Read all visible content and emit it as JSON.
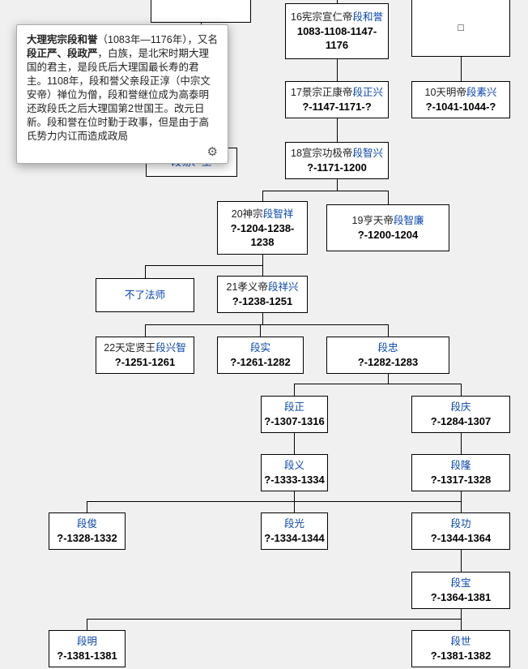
{
  "tooltip": {
    "title": "大理宪宗段和誉",
    "text_after_title": "（1083年—1176年），又名",
    "bold_names": "段正严、段政严",
    "body": "，白族，是北宋时期大理国的君主，是段氏后大理国最长寿的君主。1108年，段和誉父亲段正淳（中宗文安帝）禅位为僧，段和誉继位成为高泰明还政段氏之后大理国第2世国王。改元日新。段和誉在位时勤于政事，但是由于高氏势力内讧而造成政局",
    "gear_icon": "⚙"
  },
  "tree": {
    "hidden_box_label": "段易、王",
    "empty_box_label": "□",
    "boxes": {
      "s16": {
        "prefix": "16宪宗宣仁帝",
        "name": "段和誉",
        "dates": "1083-1108-1147-1176"
      },
      "s17": {
        "prefix": "17景宗正康帝",
        "name": "段正兴",
        "dates": "?-1147-1171-?"
      },
      "s10": {
        "prefix": "10天明帝",
        "name": "段素兴",
        "dates": "?-1041-1044-?"
      },
      "s18": {
        "prefix": "18宣宗功极帝",
        "name": "段智兴",
        "dates": "?-1171-1200"
      },
      "s20": {
        "prefix": "20神宗",
        "name": "段智祥",
        "dates": "?-1204-1238-1238"
      },
      "s19": {
        "prefix": "19亨天帝",
        "name": "段智廉",
        "dates": "?-1200-1204"
      },
      "monk": {
        "prefix": "",
        "name": "不了法师",
        "dates": ""
      },
      "s21": {
        "prefix": "21孝义帝",
        "name": "段祥兴",
        "dates": "?-1238-1251"
      },
      "s22": {
        "prefix": "22天定贤王",
        "name": "段兴智",
        "dates": "?-1251-1261"
      },
      "shi": {
        "prefix": "",
        "name": "段实",
        "dates": "?-1261-1282"
      },
      "zhong": {
        "prefix": "",
        "name": "段忠",
        "dates": "?-1282-1283"
      },
      "zheng": {
        "prefix": "",
        "name": "段正",
        "dates": "?-1307-1316"
      },
      "qing": {
        "prefix": "",
        "name": "段庆",
        "dates": "?-1284-1307"
      },
      "yi": {
        "prefix": "",
        "name": "段义",
        "dates": "?-1333-1334"
      },
      "long": {
        "prefix": "",
        "name": "段隆",
        "dates": "?-1317-1328"
      },
      "jun": {
        "prefix": "",
        "name": "段俊",
        "dates": "?-1328-1332"
      },
      "guang": {
        "prefix": "",
        "name": "段光",
        "dates": "?-1334-1344"
      },
      "gong": {
        "prefix": "",
        "name": "段功",
        "dates": "?-1344-1364"
      },
      "bao": {
        "prefix": "",
        "name": "段宝",
        "dates": "?-1364-1381"
      },
      "ming": {
        "prefix": "",
        "name": "段明",
        "dates": "?-1381-1381"
      },
      "world": {
        "prefix": "",
        "name": "段世",
        "dates": "?-1381-1382"
      }
    }
  },
  "colors": {
    "link": "#0645ad",
    "line": "#000000",
    "background": "#f0f0f0"
  }
}
